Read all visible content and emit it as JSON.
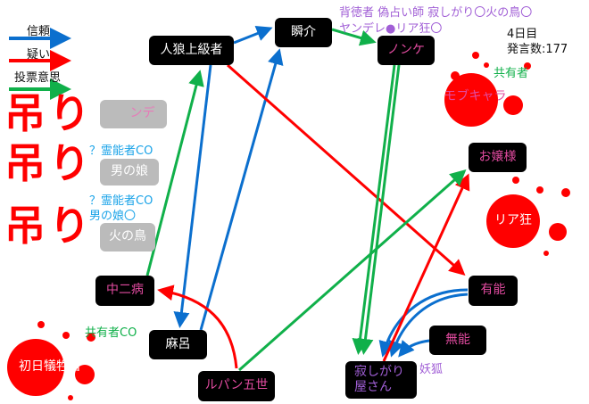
{
  "legend": [
    {
      "label": "信頼",
      "color": "#0b6fce"
    },
    {
      "label": "疑い",
      "color": "#ff0000"
    },
    {
      "label": "投票意思",
      "color": "#10b04a"
    }
  ],
  "info": {
    "day": "4日目",
    "post_count": "発言数:177"
  },
  "roles_line1": "背徳者 偽占い師 寂しがり〇火の鳥〇",
  "roles_line2": "ヤンデレ●リア狂〇",
  "hang_label": "吊り",
  "annotations": {
    "shared_top": "共有者",
    "medium1": "？霊能者CO",
    "medium2": "？霊能者CO",
    "otoko": "男の娘〇",
    "shared_co": "共有者CO",
    "fox": "妖狐"
  },
  "nodes": {
    "jinro": "人狼上級者",
    "shunsuke": "瞬介",
    "nonke": "ノンケ",
    "mob": "モブキャラ",
    "ojou": "お嬢様",
    "riakyo": "リア狂",
    "yuunou": "有能",
    "munou": "無能",
    "sabishi1": "寂しがり",
    "sabishi2": "屋さん",
    "lupin": "ルパン五世",
    "maro": "麻呂",
    "chuuni": "中二病",
    "shonichi": "初日犠牲者",
    "hung_yande": "ンデ",
    "hung_otoko": "男の娘",
    "hung_hinotori": "火の鳥"
  },
  "colors": {
    "trust": "#0b6fce",
    "doubt": "#ff0000",
    "vote": "#10b04a",
    "blood": "#ff0000"
  }
}
